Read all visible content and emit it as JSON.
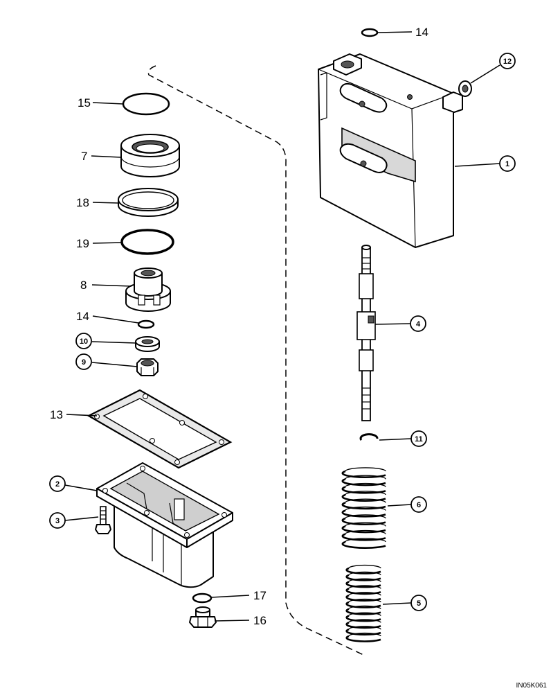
{
  "diagram": {
    "reference_code": "IN05K061",
    "callouts": [
      {
        "id": "c15",
        "label": "15",
        "circled": false
      },
      {
        "id": "c7",
        "label": "7",
        "circled": false
      },
      {
        "id": "c18",
        "label": "18",
        "circled": false
      },
      {
        "id": "c19",
        "label": "19",
        "circled": false
      },
      {
        "id": "c8",
        "label": "8",
        "circled": false
      },
      {
        "id": "c14a",
        "label": "14",
        "circled": false
      },
      {
        "id": "c10",
        "label": "10",
        "circled": true
      },
      {
        "id": "c9",
        "label": "9",
        "circled": true
      },
      {
        "id": "c13",
        "label": "13",
        "circled": false
      },
      {
        "id": "c2",
        "label": "2",
        "circled": true
      },
      {
        "id": "c3",
        "label": "3",
        "circled": true
      },
      {
        "id": "c17",
        "label": "17",
        "circled": false
      },
      {
        "id": "c16",
        "label": "16",
        "circled": false
      },
      {
        "id": "c14b",
        "label": "14",
        "circled": false
      },
      {
        "id": "c12",
        "label": "12",
        "circled": true
      },
      {
        "id": "c1",
        "label": "1",
        "circled": true
      },
      {
        "id": "c4",
        "label": "4",
        "circled": true
      },
      {
        "id": "c11",
        "label": "11",
        "circled": true
      },
      {
        "id": "c6",
        "label": "6",
        "circled": true
      },
      {
        "id": "c5",
        "label": "5",
        "circled": true
      }
    ]
  }
}
